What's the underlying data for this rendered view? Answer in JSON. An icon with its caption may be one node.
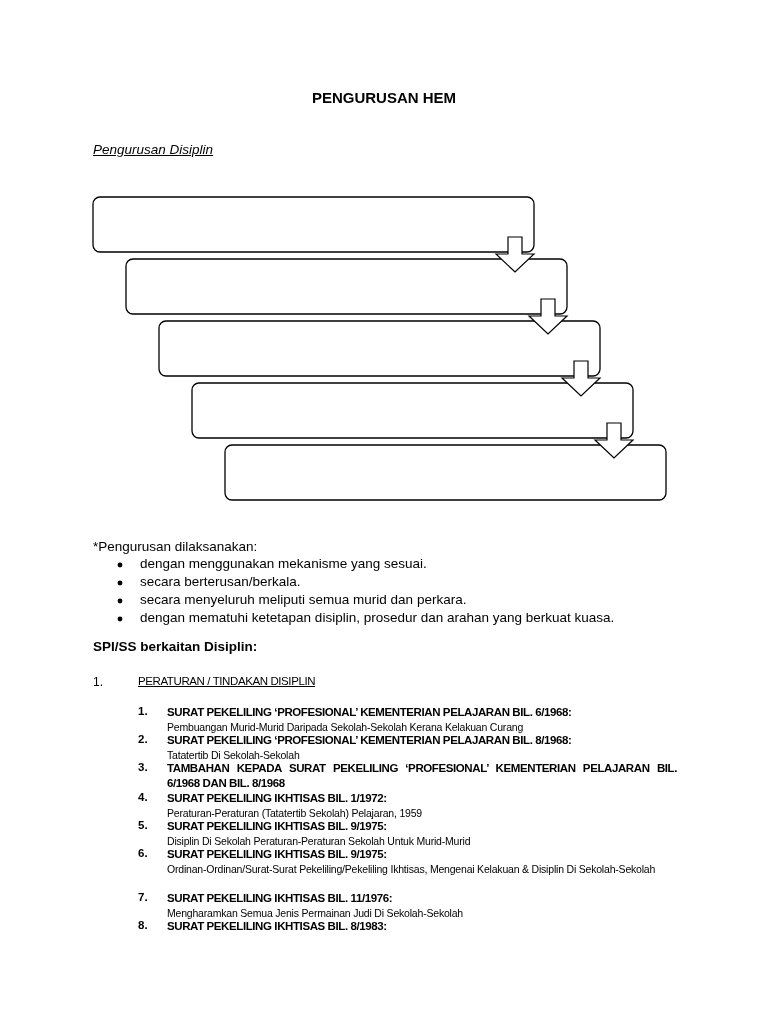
{
  "diagram": {
    "title": "PENGURUSAN HEM",
    "nodes": [
      {
        "text": [],
        "shape": "box"
      },
      {
        "text": [],
        "shape": "box"
      },
      {
        "text": [],
        "shape": "box"
      },
      {
        "text": [],
        "shape": "box"
      },
      {
        "text": [],
        "shape": "box"
      }
    ],
    "edges": [
      {
        "from": 0,
        "to": 1,
        "arrow": "to"
      },
      {
        "from": 1,
        "to": 2,
        "arrow": "to"
      },
      {
        "from": 2,
        "to": 3,
        "arrow": "to"
      },
      {
        "from": 3,
        "to": 4,
        "arrow": "to"
      }
    ],
    "labels": [
      "Pengurusan Disiplin",
      "*Pengurusan dilaksanakan:",
      "dengan menggunakan mekanisme yang sesuai.",
      "secara berterusan/berkala.",
      "secara menyeluruh meliputi semua murid dan perkara.",
      "dengan mematuhi ketetapan disiplin, prosedur dan arahan yang berkuat kuasa.",
      "SPI/SS berkaitan Disiplin:",
      "1.",
      "PERATURAN  / TINDAKAN DISIPLIN",
      "1.",
      "SURAT PEKELILING ‘PROFESIONAL’ KEMENTERIAN PELAJARAN  BIL. 6/1968:",
      "Pembuangan Murid-Murid Daripada Sekolah-Sekolah Kerana Kelakuan Curang",
      "2.",
      "SURAT PEKELILING ‘PROFESIONAL’ KEMENTERIAN PELAJARAN  BIL. 8/1968:",
      "Tatatertib Di Sekolah-Sekolah",
      "3.",
      "TAMBAHAN KEPADA SURAT PEKELILING ‘PROFESIONAL’ KEMENTERIAN PELAJARAN  BIL. 6/1968 DAN BIL. 8/1968",
      "4.",
      "SURAT PEKELILING IKHTISAS BIL. 1/1972:",
      "Peraturan-Peraturan (Tatatertib Sekolah) Pelajaran, 1959",
      "5.",
      "SURAT PEKELILING IKHTISAS BIL. 9/1975:",
      "Disiplin Di Sekolah Peraturan-Peraturan Sekolah Untuk Murid-Murid",
      "6.",
      "SURAT PEKELILING IKHTISAS BIL. 9/1975:",
      "Ordinan-Ordinan/Surat-Surat Pekeliling/Pekeliling Ikhtisas, Mengenai Kelakuan & Disiplin Di Sekolah-Sekolah",
      "7.",
      "SURAT PEKELILING IKHTISAS BIL. 11/1976:",
      "Mengharamkan Semua Jenis Permainan Judi Di Sekolah-Sekolah",
      "8.",
      "SURAT PEKELILING IKHTISAS BIL. 8/1983:"
    ]
  }
}
